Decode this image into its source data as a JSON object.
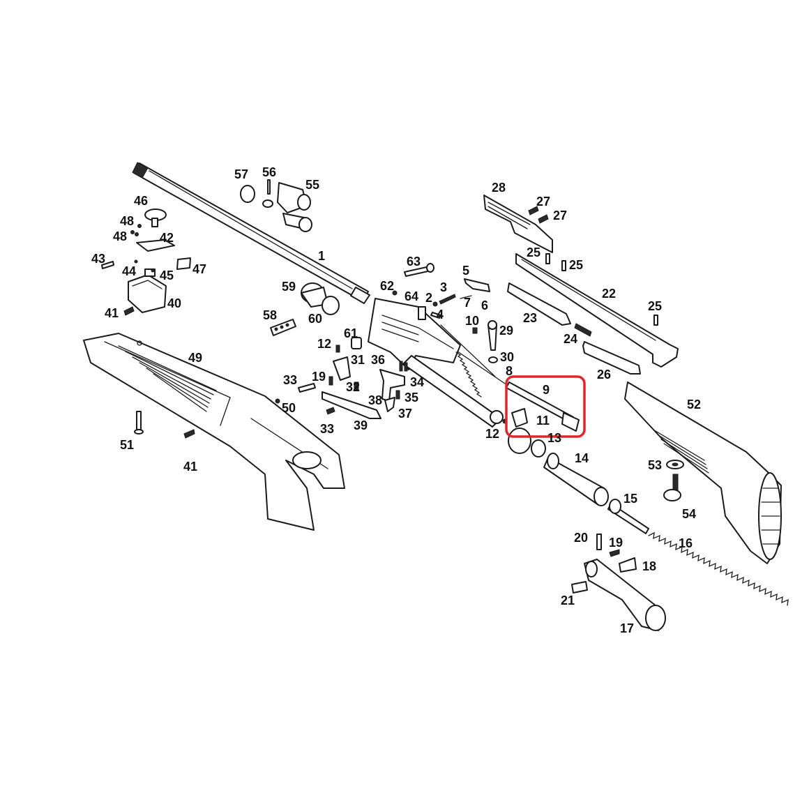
{
  "highlight_color": "#e0262b",
  "labels": {
    "l1": "1",
    "l2": "2",
    "l3": "3",
    "l4": "4",
    "l5": "5",
    "l6": "6",
    "l7": "7",
    "l8": "8",
    "l9": "9",
    "l10": "10",
    "l11": "11",
    "l12a": "12",
    "l12b": "12",
    "l13": "13",
    "l14": "14",
    "l15": "15",
    "l16": "16",
    "l17": "17",
    "l18": "18",
    "l19a": "19",
    "l19b": "19",
    "l20": "20",
    "l21": "21",
    "l22": "22",
    "l23": "23",
    "l24": "24",
    "l25a": "25",
    "l25b": "25",
    "l25c": "25",
    "l26": "26",
    "l27a": "27",
    "l27b": "27",
    "l28": "28",
    "l29": "29",
    "l30": "30",
    "l31": "31",
    "l32": "32",
    "l33a": "33",
    "l33b": "33",
    "l34": "34",
    "l35": "35",
    "l36": "36",
    "l37": "37",
    "l38": "38",
    "l39": "39",
    "l40": "40",
    "l41a": "41",
    "l41b": "41",
    "l42": "42",
    "l43": "43",
    "l44": "44",
    "l45": "45",
    "l46": "46",
    "l47": "47",
    "l48a": "48",
    "l48b": "48",
    "l49": "49",
    "l50": "50",
    "l51": "51",
    "l52": "52",
    "l53": "53",
    "l54": "54",
    "l55": "55",
    "l56": "56",
    "l57": "57",
    "l58": "58",
    "l59": "59",
    "l60": "60",
    "l61": "61",
    "l62": "62",
    "l63": "63",
    "l64": "64"
  }
}
